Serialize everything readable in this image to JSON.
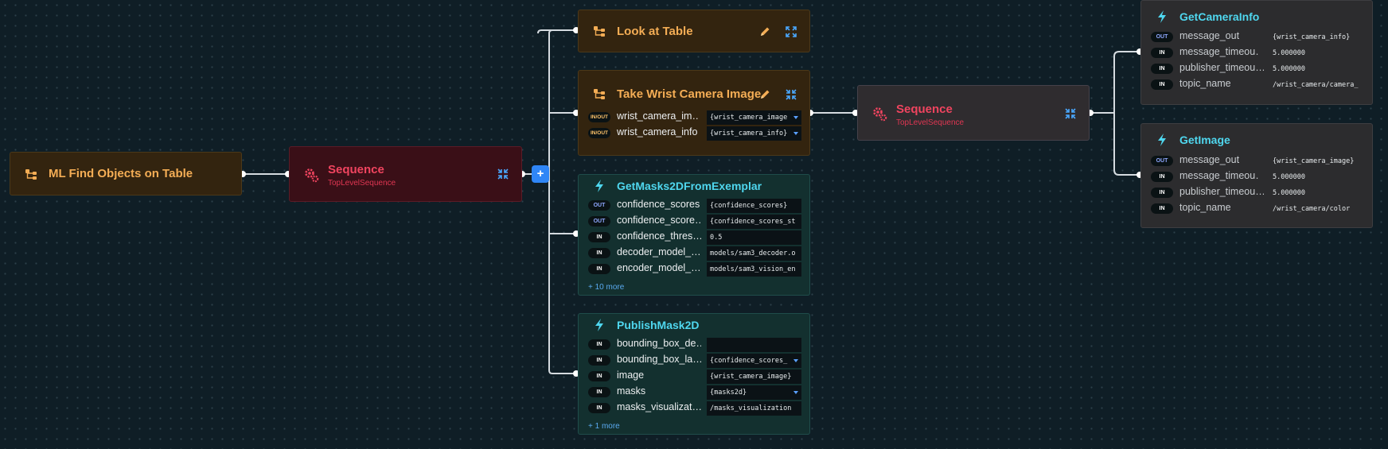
{
  "colors": {
    "background": "#0f1e26",
    "subtree_fill": "#33240f",
    "sequence_red_fill": "#3a0f17",
    "behavior_teal_fill": "#13302f",
    "accent_blue": "#2f86f6"
  },
  "root": {
    "title": "ML Find Objects on Table",
    "icon": "subtree-icon"
  },
  "sequence_main": {
    "title": "Sequence",
    "subtitle": "TopLevelSequence",
    "icon": "gears-icon",
    "add_label": "+"
  },
  "look_at_table": {
    "title": "Look at Table",
    "icon": "subtree-icon"
  },
  "take_wrist": {
    "title": "Take Wrist Camera Image",
    "icon": "subtree-icon",
    "ports": [
      {
        "dir": "IN/OUT",
        "name": "wrist_camera_im…",
        "value": "{wrist_camera_image"
      },
      {
        "dir": "IN/OUT",
        "name": "wrist_camera_info",
        "value": "{wrist_camera_info}"
      }
    ]
  },
  "sequence_sub": {
    "title": "Sequence",
    "subtitle": "TopLevelSequence",
    "icon": "gears-icon"
  },
  "get_masks": {
    "title": "GetMasks2DFromExemplar",
    "icon": "lightning-icon",
    "ports": [
      {
        "dir": "OUT",
        "name": "confidence_scores",
        "value": "{confidence_scores}"
      },
      {
        "dir": "OUT",
        "name": "confidence_score…",
        "value": "{confidence_scores_st"
      },
      {
        "dir": "IN",
        "name": "confidence_thres…",
        "value": "0.5"
      },
      {
        "dir": "IN",
        "name": "decoder_model_…",
        "value": "models/sam3_decoder.o"
      },
      {
        "dir": "IN",
        "name": "encoder_model_…",
        "value": "models/sam3_vision_en"
      }
    ],
    "more": "+ 10 more"
  },
  "publish_mask": {
    "title": "PublishMask2D",
    "icon": "lightning-icon",
    "ports": [
      {
        "dir": "IN",
        "name": "bounding_box_de…",
        "value": ""
      },
      {
        "dir": "IN",
        "name": "bounding_box_la…",
        "value": "{confidence_scores_"
      },
      {
        "dir": "IN",
        "name": "image",
        "value": "{wrist_camera_image}"
      },
      {
        "dir": "IN",
        "name": "masks",
        "value": "{masks2d}"
      },
      {
        "dir": "IN",
        "name": "masks_visualizat…",
        "value": "/masks_visualization"
      }
    ],
    "more": "+ 1 more"
  },
  "get_camera_info": {
    "title": "GetCameraInfo",
    "icon": "lightning-icon",
    "ports": [
      {
        "dir": "OUT",
        "name": "message_out",
        "value": "{wrist_camera_info}"
      },
      {
        "dir": "IN",
        "name": "message_timeou…",
        "value": "5.000000"
      },
      {
        "dir": "IN",
        "name": "publisher_timeou…",
        "value": "5.000000"
      },
      {
        "dir": "IN",
        "name": "topic_name",
        "value": "/wrist_camera/camera_"
      }
    ]
  },
  "get_image": {
    "title": "GetImage",
    "icon": "lightning-icon",
    "ports": [
      {
        "dir": "OUT",
        "name": "message_out",
        "value": "{wrist_camera_image}"
      },
      {
        "dir": "IN",
        "name": "message_timeou…",
        "value": "5.000000"
      },
      {
        "dir": "IN",
        "name": "publisher_timeou…",
        "value": "5.000000"
      },
      {
        "dir": "IN",
        "name": "topic_name",
        "value": "/wrist_camera/color"
      }
    ]
  }
}
